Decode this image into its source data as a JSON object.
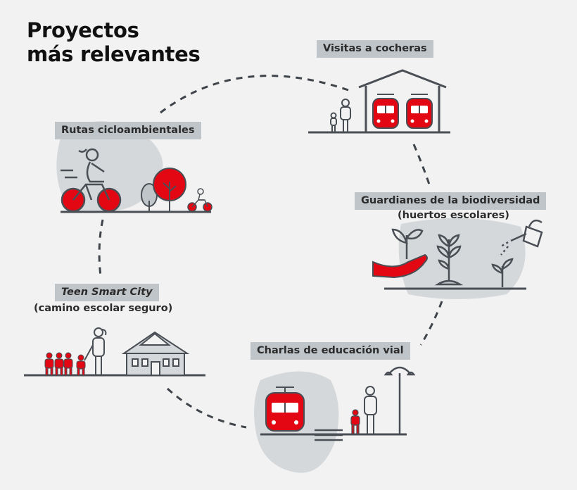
{
  "title": {
    "line1": "Proyectos",
    "line2": "más relevantes"
  },
  "projects": [
    {
      "key": "visitas",
      "label": "Visitas a cocheras"
    },
    {
      "key": "rutas",
      "label": "Rutas cicloambientales"
    },
    {
      "key": "guardianes",
      "label": "Guardianes de la biodiversidad",
      "sublabel": "(huertos escolares)"
    },
    {
      "key": "teen",
      "label": "Teen Smart City",
      "sublabel": "(camino escolar seguro)"
    },
    {
      "key": "charlas",
      "label": "Charlas de educación vial"
    }
  ],
  "colors": {
    "background": "#f2f2f2",
    "accent_red": "#e30613",
    "line_gray": "#4a4f55",
    "blob_gray": "#d5d8da",
    "tag_gray": "#bfc5c9"
  },
  "icons": [
    "bicycle-icon",
    "tree-icon",
    "train-icon",
    "depot-icon",
    "person-icon",
    "child-icon",
    "hand-plant-icon",
    "plant-icon",
    "watering-can-icon",
    "school-building-icon",
    "streetlamp-icon",
    "crosswalk-icon"
  ]
}
